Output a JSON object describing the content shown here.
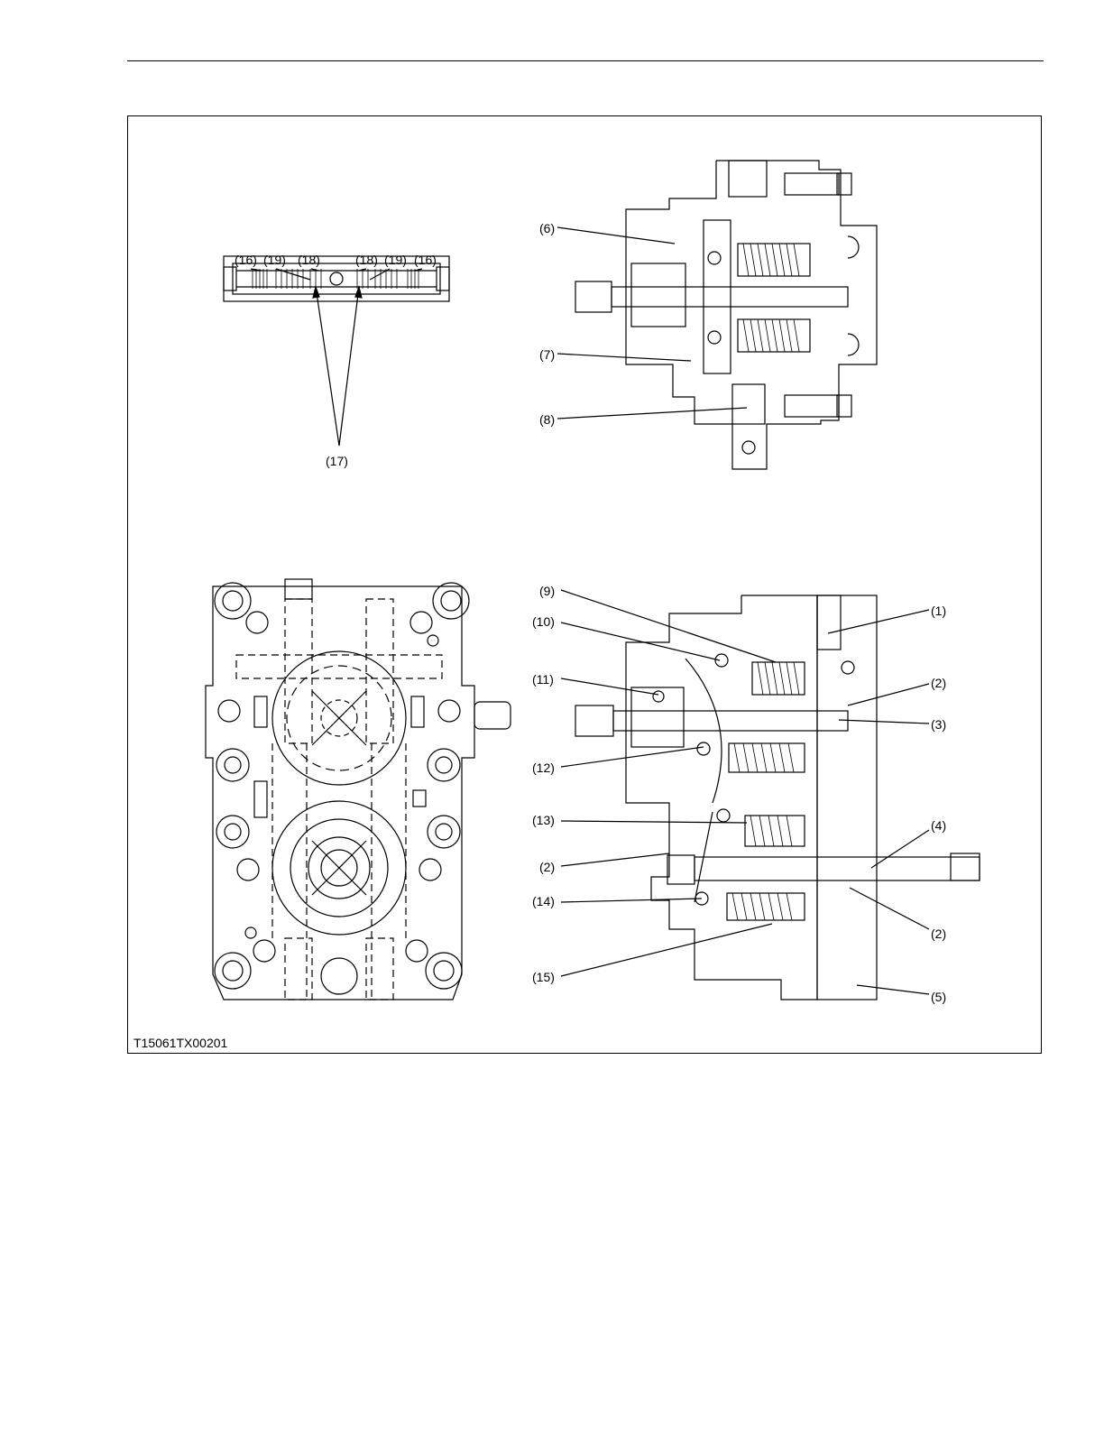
{
  "figure_code": "T15061TX00201",
  "labels": {
    "l1": "(1)",
    "l2": "(2)",
    "l3": "(3)",
    "l4": "(4)",
    "l5": "(5)",
    "l6": "(6)",
    "l7": "(7)",
    "l8": "(8)",
    "l9": "(9)",
    "l10": "(10)",
    "l11": "(11)",
    "l12": "(12)",
    "l13": "(13)",
    "l14": "(14)",
    "l15": "(15)",
    "l16": "(16)",
    "l17": "(17)",
    "l18": "(18)",
    "l19": "(19)"
  }
}
